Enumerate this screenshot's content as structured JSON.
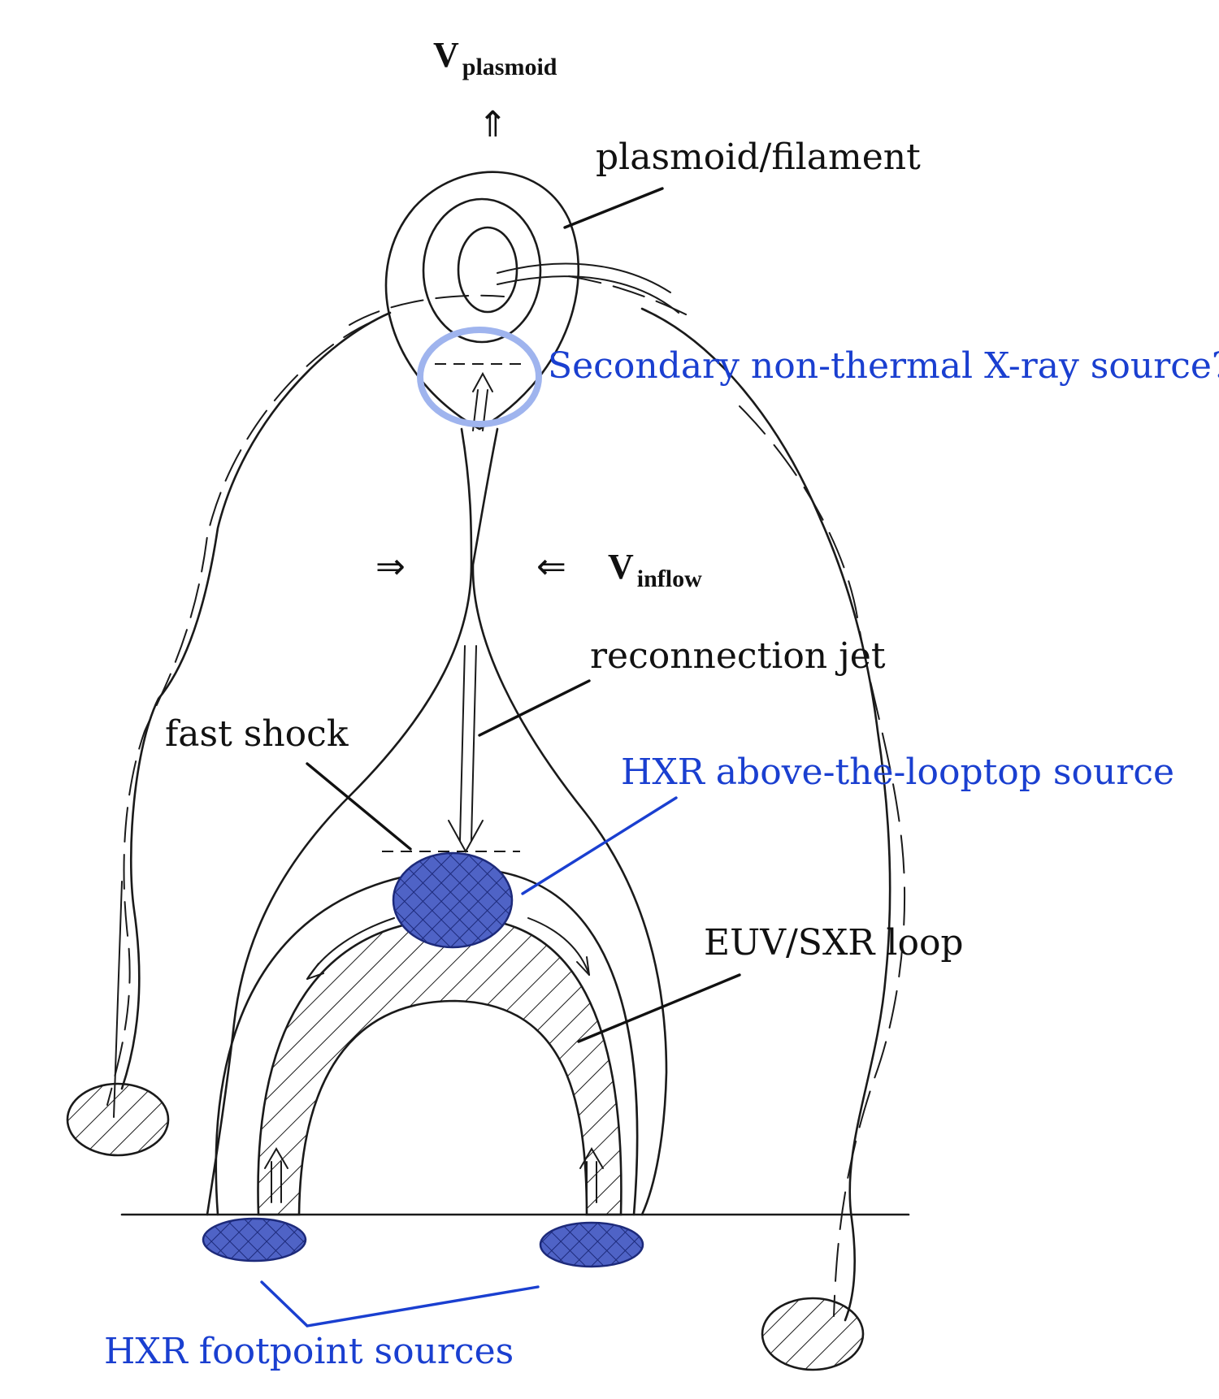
{
  "labels": {
    "v_plasmoid": {
      "symbol": "V",
      "subscript": "plasmoid"
    },
    "v_inflow": {
      "symbol": "V",
      "subscript": "inflow"
    },
    "plasmoid": "plasmoid/filament",
    "secondary_source": "Secondary non-thermal X-ray source?",
    "reconnection_jet": "reconnection jet",
    "fast_shock": "fast shock",
    "hxr_looptop": "HXR above-the-looptop source",
    "euv_sxr_loop": "EUV/SXR loop",
    "hxr_footpoints": "HXR footpoint sources"
  },
  "glyphs": {
    "double_arrow_up": "⇑",
    "double_arrow_right": "⇒",
    "double_arrow_left": "⇐"
  },
  "colors": {
    "ink": "#1a1a1a",
    "annotation_blue": "#1a3fd0",
    "source_fill": "#3f55b8",
    "highlight_circle": "#9fb4ee"
  }
}
